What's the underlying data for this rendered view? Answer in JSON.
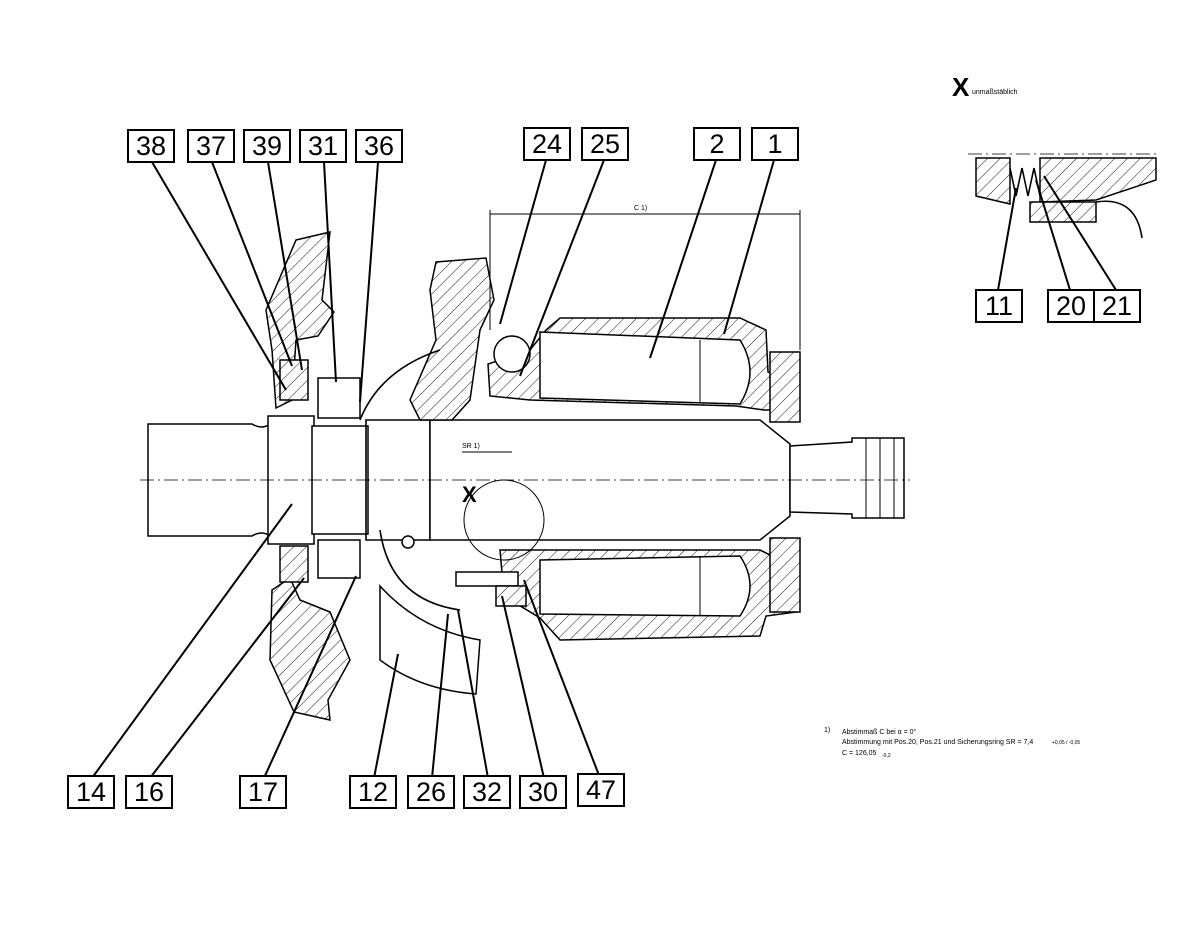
{
  "detail": {
    "title": "X",
    "subtitle": "unmaßstäblich"
  },
  "section_mark": "X",
  "dim_c_label": "C 1)",
  "dim_sr_label": "SR 1)",
  "footnote": {
    "marker": "1)",
    "line1": "Abstimmaß C bei α = 0°",
    "line2": "Abstimmung mit Pos.20, Pos.21 und Sicherungsring SR = 7,4",
    "line2_tol": "+0,05 / -0,05",
    "line3": "C = 126,05",
    "line3_tol": "-0,2"
  },
  "labels_top": [
    "38",
    "37",
    "39",
    "31",
    "36",
    "24",
    "25",
    "2",
    "1"
  ],
  "labels_bottom": [
    "14",
    "16",
    "17",
    "12",
    "26",
    "32",
    "30",
    "47"
  ],
  "labels_detail": [
    "11",
    "20",
    "21"
  ]
}
